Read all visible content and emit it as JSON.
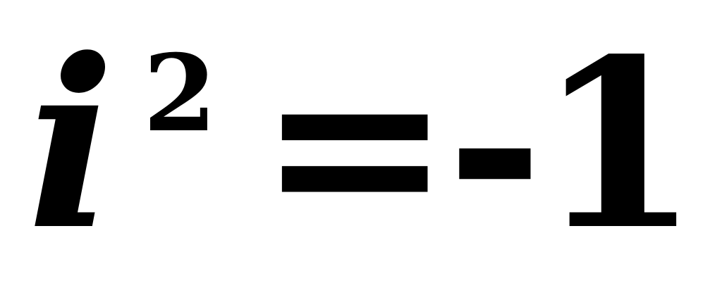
{
  "equation": {
    "base": "i",
    "exponent": "2",
    "rhs": "=-1"
  }
}
